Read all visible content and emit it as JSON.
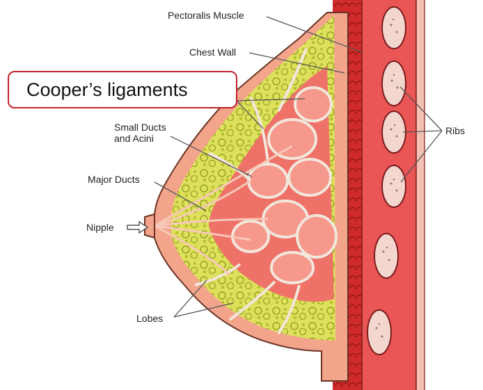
{
  "callout": {
    "text": "Cooper’s ligaments",
    "border_color": "#c0202a"
  },
  "labels": {
    "pectoralis_muscle": "Pectoralis Muscle",
    "chest_wall": "Chest Wall",
    "small_ducts_line1": "Small Ducts",
    "small_ducts_line2": "and Acini",
    "major_ducts": "Major Ducts",
    "nipple": "Nipple",
    "lobes": "Lobes",
    "ribs": "Ribs"
  },
  "colors": {
    "skin": "#f3a58c",
    "skin_outline": "#6a3426",
    "fat": "#dde05a",
    "fat_mottle": "#8f9a1e",
    "ligaments": "#f2e7dc",
    "gland": "#ee7267",
    "muscle": "#d02a2a",
    "muscle_band": "#ea5555",
    "rib_fill": "#f3d7cf",
    "rib_speckle": "#8a7a6a",
    "leader_line": "#555555"
  }
}
